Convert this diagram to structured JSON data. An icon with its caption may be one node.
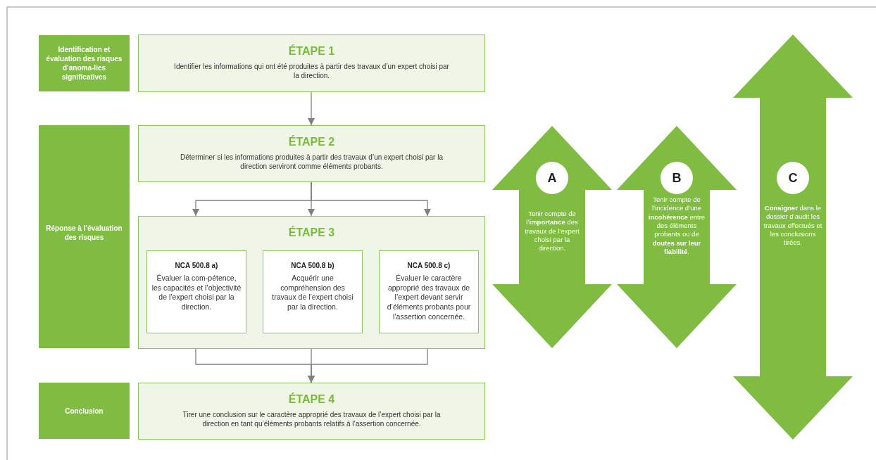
{
  "diagram": {
    "nodes": [
      {
        "text": [
          "Identification et évaluation des risques d’anoma-lies significatives"
        ]
      },
      {
        "text": [
          "ÉTAPE 1",
          "Identifier les informations qui ont été produites à partir des travaux d’un expert choisi par la direction."
        ]
      },
      {
        "text": [
          "Réponse à l’évaluation des risques"
        ]
      },
      {
        "text": [
          "ÉTAPE 2",
          "Déterminer si les informations produites à partir des travaux d’un expert choisi par la direction serviront comme éléments probants."
        ]
      },
      {
        "text": [
          "ÉTAPE 3"
        ]
      },
      {
        "text": [
          "NCA 500.8 a)",
          "Évaluer la com-pétence, les capacités et l’objectivité de l’expert choisi par la direction."
        ],
        "in": 4
      },
      {
        "text": [
          "NCA 500.8 b)",
          "Acquérir une compréhension des travaux de l’expert choisi par la direction."
        ],
        "in": 4
      },
      {
        "text": [
          "NCA 500.8 c)",
          "Évaluer le caractère approprié des travaux de l’expert devant servir d’éléments probants pour l’assertion concernée."
        ],
        "in": 4
      },
      {
        "text": [
          "Conclusion"
        ]
      },
      {
        "text": [
          "ÉTAPE 4",
          "Tirer une conclusion sur le caractère approprié des travaux de l’expert choisi par la direction en tant qu’éléments probants relatifs à l’assertion concernée."
        ]
      },
      {
        "text": [
          "A",
          "Tenir compte de l’**importance** des travaux de l’expert choisi par la direction."
        ]
      },
      {
        "text": [
          "B",
          "Tenir compte de l’incidence d’une **incohérence** entre des éléments probants ou de **doutes sur leur fiabilité**."
        ]
      },
      {
        "text": [
          "C",
          "**Consigner** dans le dossier d’audit les travaux effectués et les conclusions tirées."
        ]
      }
    ],
    "edges": [
      {
        "from": 1,
        "to": 3,
        "arrow": "to"
      },
      {
        "from": 3,
        "to": 4,
        "arrow": "to"
      },
      {
        "from": 3,
        "to": 4,
        "arrow": "to"
      },
      {
        "from": 3,
        "to": 4,
        "arrow": "to"
      },
      {
        "from": 4,
        "to": 9,
        "arrow": "to"
      },
      {
        "from": 4,
        "to": 9,
        "arrow": "to"
      },
      {
        "from": 4,
        "to": 9,
        "arrow": "to"
      }
    ]
  }
}
